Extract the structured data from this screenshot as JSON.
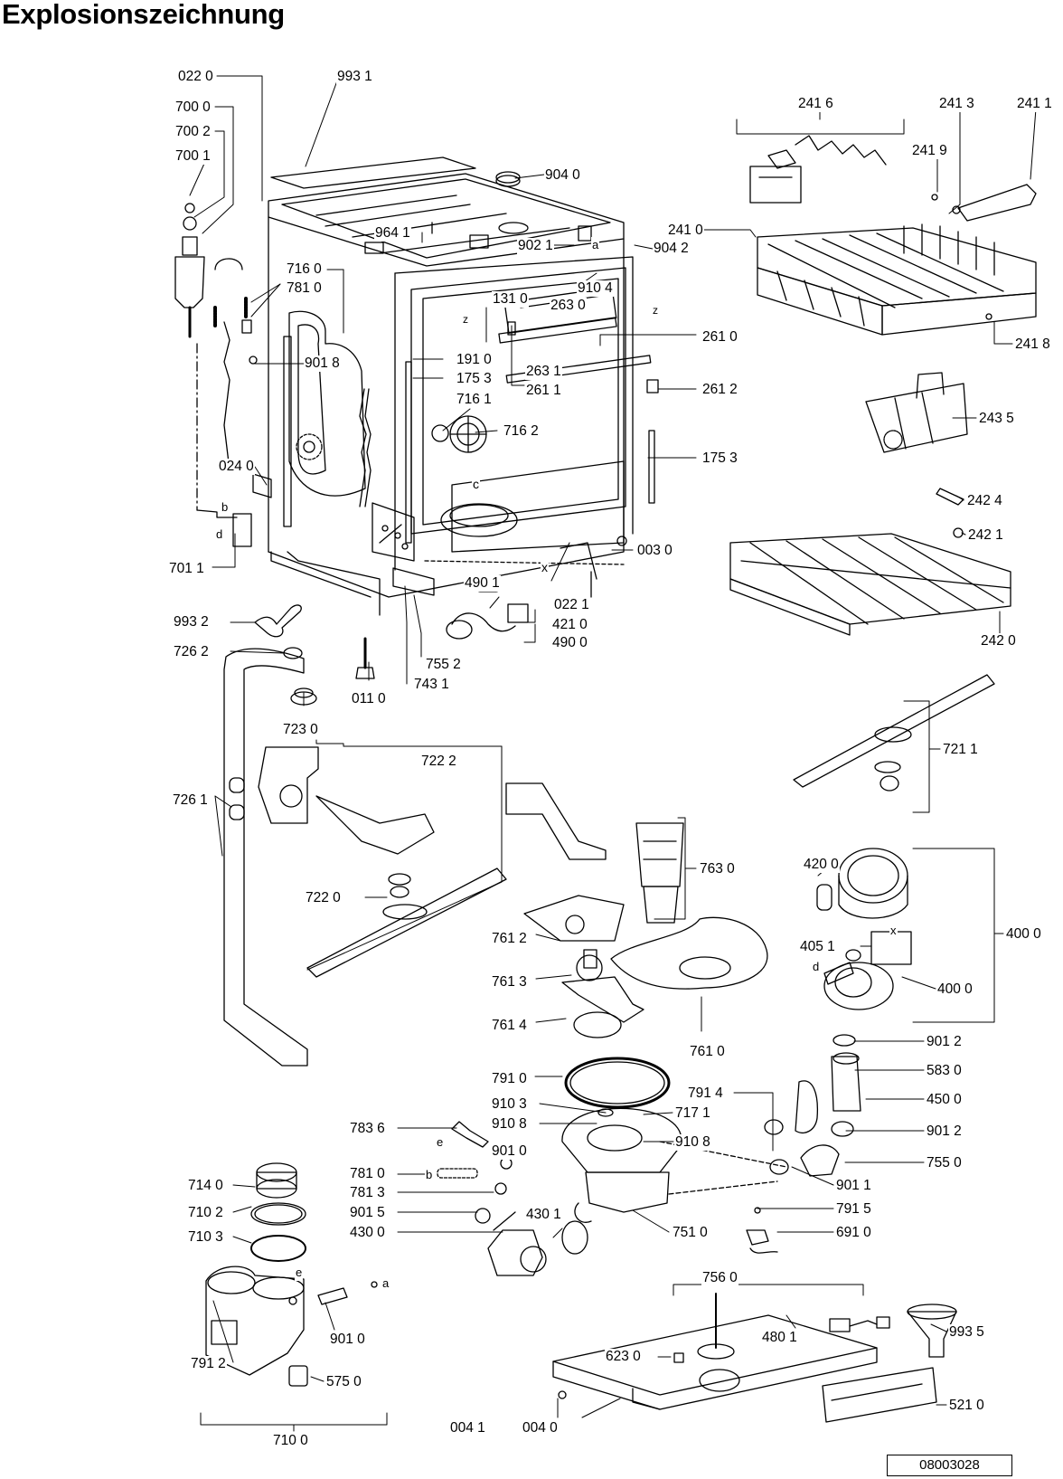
{
  "title": "Explosionszeichnung",
  "document_number": "08003028",
  "part_labels": [
    "022 0",
    "993 1",
    "700 0",
    "700 2",
    "700 1",
    "904 0",
    "964 1",
    "902 1",
    "904 2",
    "716 0",
    "781 0",
    "131 0",
    "910 4",
    "263 0",
    "901 8",
    "191 0",
    "175 3",
    "263 1",
    "261 1",
    "261 0",
    "261 2",
    "716 1",
    "716 2",
    "175 3",
    "024 0",
    "003 0",
    "701 1",
    "490 1",
    "022 1",
    "421 0",
    "490 0",
    "993 2",
    "755 2",
    "743 1",
    "011 0",
    "726 2",
    "723 0",
    "722 2",
    "726 1",
    "722 0",
    "763 0",
    "761 2",
    "761 3",
    "761 4",
    "761 0",
    "791 0",
    "910 3",
    "717 1",
    "910 8",
    "910 8",
    "783 6",
    "901 0",
    "781 0",
    "781 3",
    "901 5",
    "430 1",
    "430 0",
    "751 0",
    "714 0",
    "710 2",
    "710 3",
    "901 0",
    "791 2",
    "575 0",
    "710 0",
    "241 6",
    "241 3",
    "241 1",
    "241 9",
    "241 0",
    "241 8",
    "243 5",
    "242 4",
    "242 1",
    "242 0",
    "721 1",
    "420 0",
    "400 0",
    "405 1",
    "400 0",
    "901 2",
    "583 0",
    "791 4",
    "450 0",
    "901 2",
    "755 0",
    "901 1",
    "791 5",
    "691 0",
    "756 0",
    "480 1",
    "993 5",
    "623 0",
    "521 0",
    "004 1",
    "004 0"
  ],
  "callout_letters": [
    "c",
    "x",
    "z",
    "z",
    "b",
    "d",
    "d",
    "x",
    "e",
    "b",
    "e",
    "a",
    "a"
  ]
}
